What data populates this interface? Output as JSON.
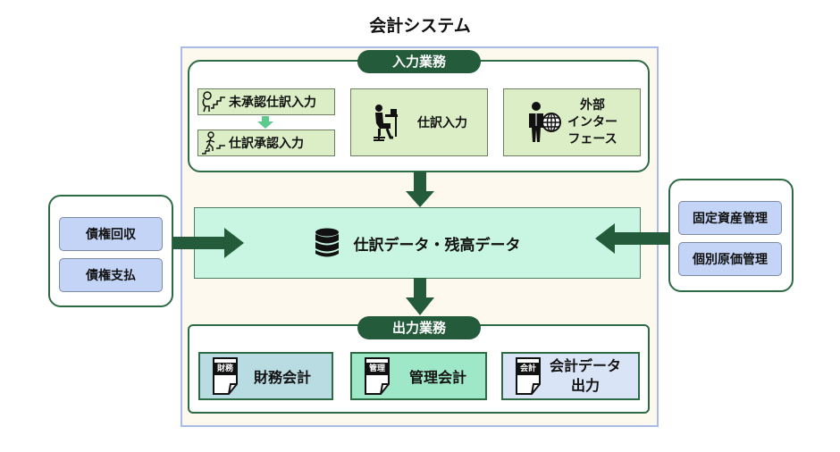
{
  "title": "会計システム",
  "input_section": {
    "label": "入力業務",
    "items": [
      {
        "label": "未承認仕訳入力",
        "icon": "stairs-climbing-icon"
      },
      {
        "label": "仕訳承認入力",
        "icon": "stairs-walking-icon"
      },
      {
        "label": "仕訳入力",
        "icon": "desk-worker-icon"
      },
      {
        "label_lines": [
          "外部",
          "インター",
          "フェース"
        ],
        "icon": "person-globe-icon"
      }
    ]
  },
  "central": {
    "label": "仕訳データ・残高データ",
    "icon": "database-icon"
  },
  "left_system": {
    "items": [
      "債権回収",
      "債権支払"
    ]
  },
  "right_system": {
    "items": [
      "固定資産管理",
      "個別原価管理"
    ]
  },
  "output_section": {
    "label": "出力業務",
    "items": [
      {
        "label": "財務会計",
        "icon_text": "財務",
        "color": "#b9dbe2"
      },
      {
        "label": "管理会計",
        "icon_text": "管理",
        "color": "#9ee8c8"
      },
      {
        "label_lines": [
          "会計データ",
          "出力"
        ],
        "icon_text": "会計",
        "color": "#d9e4f6"
      }
    ]
  },
  "colors": {
    "dark_green": "#245b3a",
    "input_box": "#dbeec6",
    "central_box": "#c9f6e2",
    "side_box": "#c3d4f6",
    "system_bg": "#fdf9ef",
    "system_border": "#a9bce6",
    "approval_arrow": "#5cc98d"
  }
}
